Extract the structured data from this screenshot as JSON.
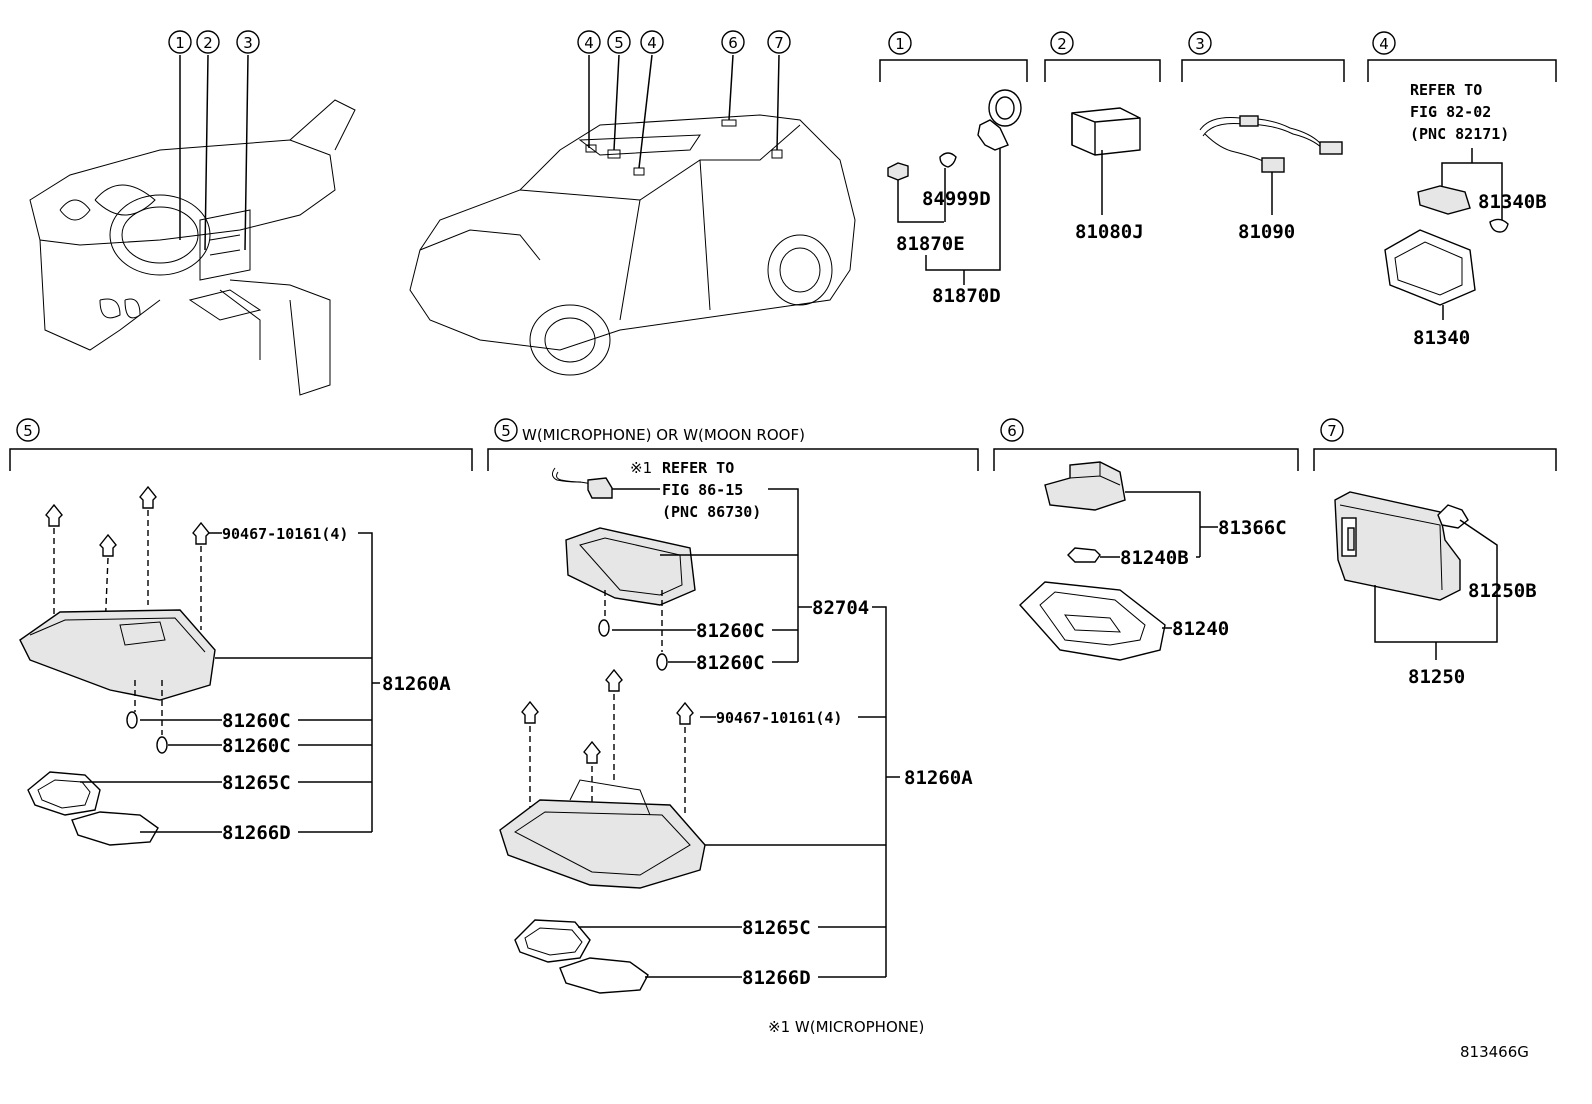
{
  "diagram_id": "813466G",
  "footnote": "※1 W(MICROPHONE)",
  "callouts": [
    "1",
    "2",
    "3",
    "4",
    "5",
    "6",
    "7"
  ],
  "sections": {
    "s1": {
      "number": "1",
      "parts": [
        "84999D",
        "81870E",
        "81870D"
      ]
    },
    "s2": {
      "number": "2",
      "parts": [
        "81080J"
      ]
    },
    "s3": {
      "number": "3",
      "parts": [
        "81090"
      ]
    },
    "s4": {
      "number": "4",
      "refer": [
        "REFER TO",
        "FIG 82-02",
        "(PNC 82171)"
      ],
      "parts": [
        "81340B",
        "81340"
      ]
    },
    "s5a": {
      "number": "5",
      "parts": [
        "90467-10161(4)",
        "81260A",
        "81260C",
        "81260C",
        "81265C",
        "81266D"
      ]
    },
    "s5b": {
      "number": "5",
      "title": "W(MICROPHONE) OR W(MOON ROOF)",
      "refer_mark": "※1",
      "refer": [
        "REFER TO",
        "FIG 86-15",
        "(PNC 86730)"
      ],
      "parts": [
        "82704",
        "81260C",
        "81260C",
        "90467-10161(4)",
        "81260A",
        "81265C",
        "81266D"
      ]
    },
    "s6": {
      "number": "6",
      "parts": [
        "81366C",
        "81240B",
        "81240"
      ]
    },
    "s7": {
      "number": "7",
      "parts": [
        "81250B",
        "81250"
      ]
    }
  }
}
